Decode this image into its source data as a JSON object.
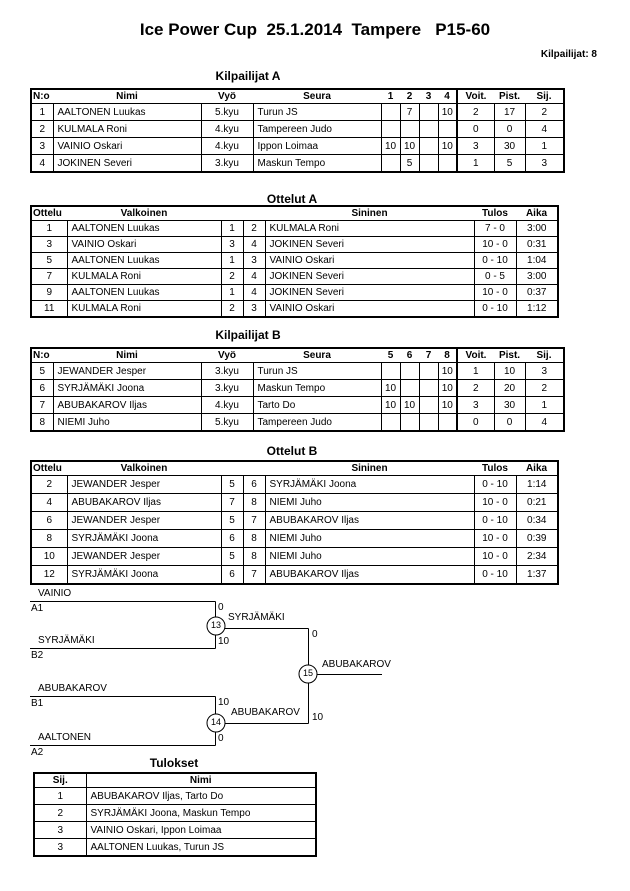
{
  "page": {
    "title": "Ice Power Cup  25.1.2014  Tampere   P15-60",
    "competitors_label": "Kilpailijat: 8"
  },
  "pool_a": {
    "heading": "Kilpailijat A",
    "headers": {
      "no": "N:o",
      "name": "Nimi",
      "belt": "Vyö",
      "club": "Seura",
      "c1": "1",
      "c2": "2",
      "c3": "3",
      "c4": "4",
      "wins": "Voit.",
      "points": "Pist.",
      "place": "Sij."
    },
    "rows": [
      {
        "no": "1",
        "name": "AALTONEN Luukas",
        "belt": "5.kyu",
        "club": "Turun JS",
        "s1": "",
        "s2": "7",
        "s3": "",
        "s4": "10",
        "wins": "2",
        "points": "17",
        "place": "2"
      },
      {
        "no": "2",
        "name": "KULMALA Roni",
        "belt": "4.kyu",
        "club": "Tampereen Judo",
        "s1": "",
        "s2": "",
        "s3": "",
        "s4": "",
        "wins": "0",
        "points": "0",
        "place": "4"
      },
      {
        "no": "3",
        "name": "VAINIO Oskari",
        "belt": "4.kyu",
        "club": "Ippon Loimaa",
        "s1": "10",
        "s2": "10",
        "s3": "",
        "s4": "10",
        "wins": "3",
        "points": "30",
        "place": "1"
      },
      {
        "no": "4",
        "name": "JOKINEN Severi",
        "belt": "3.kyu",
        "club": "Maskun Tempo",
        "s1": "",
        "s2": "5",
        "s3": "",
        "s4": "",
        "wins": "1",
        "points": "5",
        "place": "3"
      }
    ]
  },
  "matches_a": {
    "heading": "Ottelut A",
    "headers": {
      "match": "Ottelu",
      "white": "Valkoinen",
      "blue": "Sininen",
      "result": "Tulos",
      "time": "Aika"
    },
    "rows": [
      {
        "match": "1",
        "white": "AALTONEN Luukas",
        "wn": "1",
        "bn": "2",
        "blue": "KULMALA Roni",
        "result": "7 - 0",
        "time": "3:00"
      },
      {
        "match": "3",
        "white": "VAINIO Oskari",
        "wn": "3",
        "bn": "4",
        "blue": "JOKINEN Severi",
        "result": "10 - 0",
        "time": "0:31"
      },
      {
        "match": "5",
        "white": "AALTONEN Luukas",
        "wn": "1",
        "bn": "3",
        "blue": "VAINIO Oskari",
        "result": "0 - 10",
        "time": "1:04"
      },
      {
        "match": "7",
        "white": "KULMALA Roni",
        "wn": "2",
        "bn": "4",
        "blue": "JOKINEN Severi",
        "result": "0 - 5",
        "time": "3:00"
      },
      {
        "match": "9",
        "white": "AALTONEN Luukas",
        "wn": "1",
        "bn": "4",
        "blue": "JOKINEN Severi",
        "result": "10 - 0",
        "time": "0:37"
      },
      {
        "match": "11",
        "white": "KULMALA Roni",
        "wn": "2",
        "bn": "3",
        "blue": "VAINIO Oskari",
        "result": "0 - 10",
        "time": "1:12"
      }
    ]
  },
  "pool_b": {
    "heading": "Kilpailijat B",
    "headers": {
      "no": "N:o",
      "name": "Nimi",
      "belt": "Vyö",
      "club": "Seura",
      "c1": "5",
      "c2": "6",
      "c3": "7",
      "c4": "8",
      "wins": "Voit.",
      "points": "Pist.",
      "place": "Sij."
    },
    "rows": [
      {
        "no": "5",
        "name": "JEWANDER Jesper",
        "belt": "3.kyu",
        "club": "Turun JS",
        "s1": "",
        "s2": "",
        "s3": "",
        "s4": "10",
        "wins": "1",
        "points": "10",
        "place": "3"
      },
      {
        "no": "6",
        "name": "SYRJÄMÄKI Joona",
        "belt": "3.kyu",
        "club": "Maskun Tempo",
        "s1": "10",
        "s2": "",
        "s3": "",
        "s4": "10",
        "wins": "2",
        "points": "20",
        "place": "2"
      },
      {
        "no": "7",
        "name": "ABUBAKAROV Iljas",
        "belt": "4.kyu",
        "club": "Tarto Do",
        "s1": "10",
        "s2": "10",
        "s3": "",
        "s4": "10",
        "wins": "3",
        "points": "30",
        "place": "1"
      },
      {
        "no": "8",
        "name": "NIEMI Juho",
        "belt": "5.kyu",
        "club": "Tampereen Judo",
        "s1": "",
        "s2": "",
        "s3": "",
        "s4": "",
        "wins": "0",
        "points": "0",
        "place": "4"
      }
    ]
  },
  "matches_b": {
    "heading": "Ottelut B",
    "headers": {
      "match": "Ottelu",
      "white": "Valkoinen",
      "blue": "Sininen",
      "result": "Tulos",
      "time": "Aika"
    },
    "rows": [
      {
        "match": "2",
        "white": "JEWANDER Jesper",
        "wn": "5",
        "bn": "6",
        "blue": "SYRJÄMÄKI Joona",
        "result": "0 - 10",
        "time": "1:14"
      },
      {
        "match": "4",
        "white": "ABUBAKAROV Iljas",
        "wn": "7",
        "bn": "8",
        "blue": "NIEMI Juho",
        "result": "10 - 0",
        "time": "0:21"
      },
      {
        "match": "6",
        "white": "JEWANDER Jesper",
        "wn": "5",
        "bn": "7",
        "blue": "ABUBAKAROV Iljas",
        "result": "0 - 10",
        "time": "0:34"
      },
      {
        "match": "8",
        "white": "SYRJÄMÄKI Joona",
        "wn": "6",
        "bn": "8",
        "blue": "NIEMI Juho",
        "result": "10 - 0",
        "time": "0:39"
      },
      {
        "match": "10",
        "white": "JEWANDER Jesper",
        "wn": "5",
        "bn": "8",
        "blue": "NIEMI Juho",
        "result": "10 - 0",
        "time": "2:34"
      },
      {
        "match": "12",
        "white": "SYRJÄMÄKI Joona",
        "wn": "6",
        "bn": "7",
        "blue": "ABUBAKAROV Iljas",
        "result": "0 - 10",
        "time": "1:37"
      }
    ]
  },
  "bracket": {
    "slots": [
      {
        "name": "VAINIO",
        "seed": "A1",
        "score": "0"
      },
      {
        "name": "SYRJÄMÄKI",
        "seed": "B2",
        "score": "10"
      },
      {
        "name": "ABUBAKAROV",
        "seed": "B1",
        "score": "10"
      },
      {
        "name": "AALTONEN",
        "seed": "A2",
        "score": "0"
      }
    ],
    "semi1": {
      "match_no": "13",
      "winner": "SYRJÄMÄKI",
      "score": "0"
    },
    "semi2": {
      "match_no": "14",
      "winner": "ABUBAKAROV",
      "score": "10"
    },
    "final": {
      "match_no": "15",
      "winner": "ABUBAKAROV"
    }
  },
  "results": {
    "heading": "Tulokset",
    "headers": {
      "place": "Sij.",
      "name": "Nimi"
    },
    "rows": [
      {
        "place": "1",
        "name": "ABUBAKAROV Iljas, Tarto Do"
      },
      {
        "place": "2",
        "name": "SYRJÄMÄKI Joona, Maskun Tempo"
      },
      {
        "place": "3",
        "name": "VAINIO Oskari, Ippon Loimaa"
      },
      {
        "place": "3",
        "name": "AALTONEN Luukas, Turun JS"
      }
    ]
  }
}
